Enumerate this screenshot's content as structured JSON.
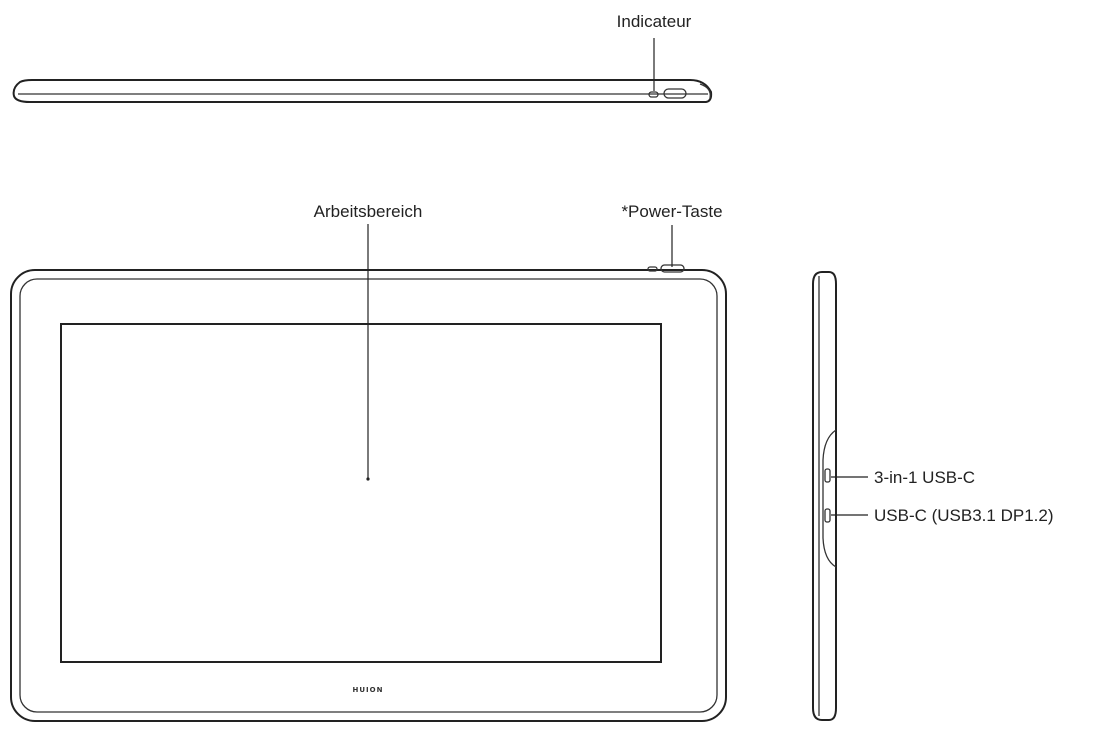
{
  "labels": {
    "indicator": "Indicateur",
    "work_area": "Arbeitsbereich",
    "power_button": "*Power-Taste",
    "port_3in1": "3-in-1 USB-C",
    "port_usbc": "USB-C (USB3.1 DP1.2)"
  },
  "brand": {
    "logo_text": "HUION"
  },
  "colors": {
    "line": "#222222",
    "background": "#ffffff"
  }
}
